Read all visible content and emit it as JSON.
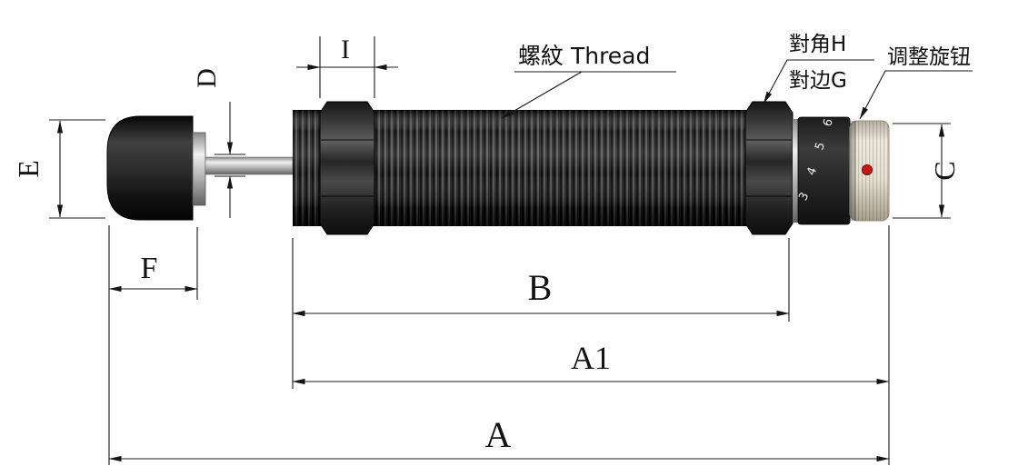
{
  "callouts": {
    "thread": "螺紋 Thread",
    "hex_corner": "對角H",
    "hex_flat": "對边G",
    "adjust_knob": "调整旋钮"
  },
  "dims": {
    "I": "I",
    "D": "D",
    "E": "E",
    "F": "F",
    "B": "B",
    "A1": "A1",
    "A": "A",
    "C": "C"
  },
  "dial_numbers": [
    "3",
    "4",
    "5",
    "6"
  ],
  "colors": {
    "dimension_line": "#1a1a1a",
    "red_dot": "#c81616",
    "knob_face": "#e9e3d5",
    "body_black": "#1a1a1a"
  }
}
